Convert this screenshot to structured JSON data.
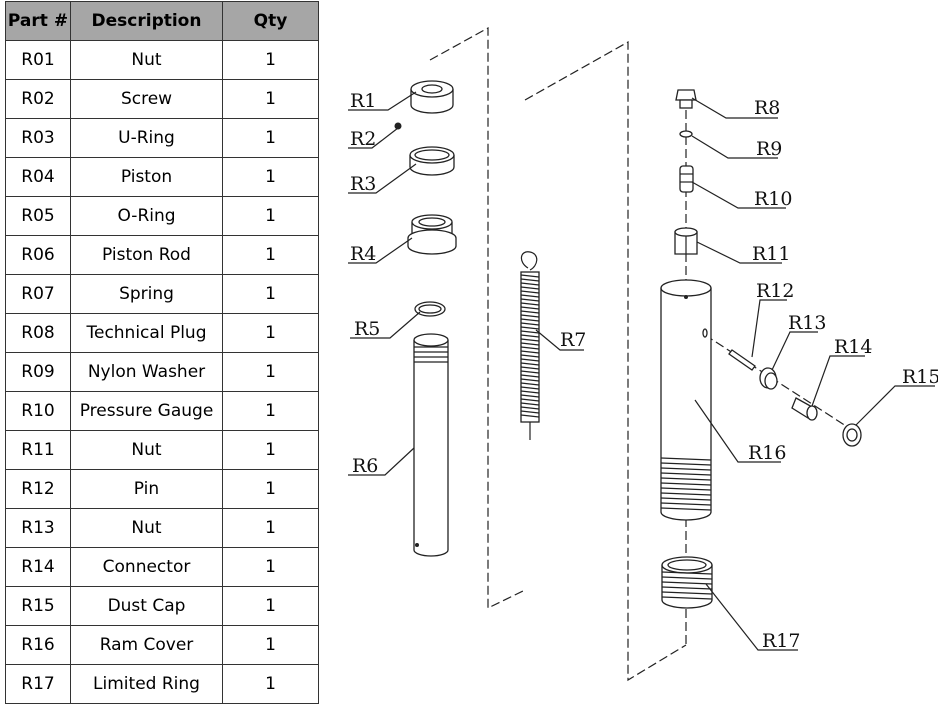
{
  "table": {
    "headers": [
      "Part #",
      "Description",
      "Qty"
    ],
    "rows": [
      [
        "R01",
        "Nut",
        "1"
      ],
      [
        "R02",
        "Screw",
        "1"
      ],
      [
        "R03",
        "U-Ring",
        "1"
      ],
      [
        "R04",
        "Piston",
        "1"
      ],
      [
        "R05",
        "O-Ring",
        "1"
      ],
      [
        "R06",
        "Piston Rod",
        "1"
      ],
      [
        "R07",
        "Spring",
        "1"
      ],
      [
        "R08",
        "Technical Plug",
        "1"
      ],
      [
        "R09",
        "Nylon Washer",
        "1"
      ],
      [
        "R10",
        "Pressure Gauge",
        "1"
      ],
      [
        "R11",
        "Nut",
        "1"
      ],
      [
        "R12",
        "Pin",
        "1"
      ],
      [
        "R13",
        "Nut",
        "1"
      ],
      [
        "R14",
        "Connector",
        "1"
      ],
      [
        "R15",
        "Dust Cap",
        "1"
      ],
      [
        "R16",
        "Ram Cover",
        "1"
      ],
      [
        "R17",
        "Limited Ring",
        "1"
      ]
    ]
  },
  "diagram": {
    "labels": {
      "r1": "R1",
      "r2": "R2",
      "r3": "R3",
      "r4": "R4",
      "r5": "R5",
      "r6": "R6",
      "r7": "R7",
      "r8": "R8",
      "r9": "R9",
      "r10": "R10",
      "r11": "R11",
      "r12": "R12",
      "r13": "R13",
      "r14": "R14",
      "r15": "R15",
      "r16": "R16",
      "r17": "R17"
    }
  }
}
